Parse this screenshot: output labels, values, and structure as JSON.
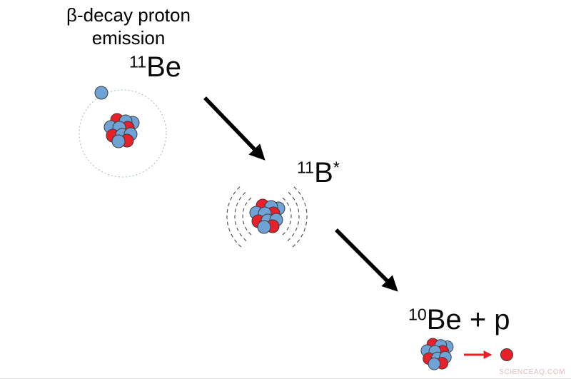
{
  "title": "β-decay proton\nemission",
  "stages": [
    {
      "mass": "11",
      "element": "Be"
    },
    {
      "mass": "11",
      "element": "B",
      "excited": "*"
    },
    {
      "mass": "10",
      "element": "Be + p"
    }
  ],
  "watermark": "SCIENCEAQ.COM",
  "colors": {
    "neutron_color": "#6fa3d6",
    "proton_color": "#e8202a",
    "outline_color": "#3a3a3a",
    "arrow_color": "#000000",
    "halo_ring_color": "#9fb9c9"
  }
}
